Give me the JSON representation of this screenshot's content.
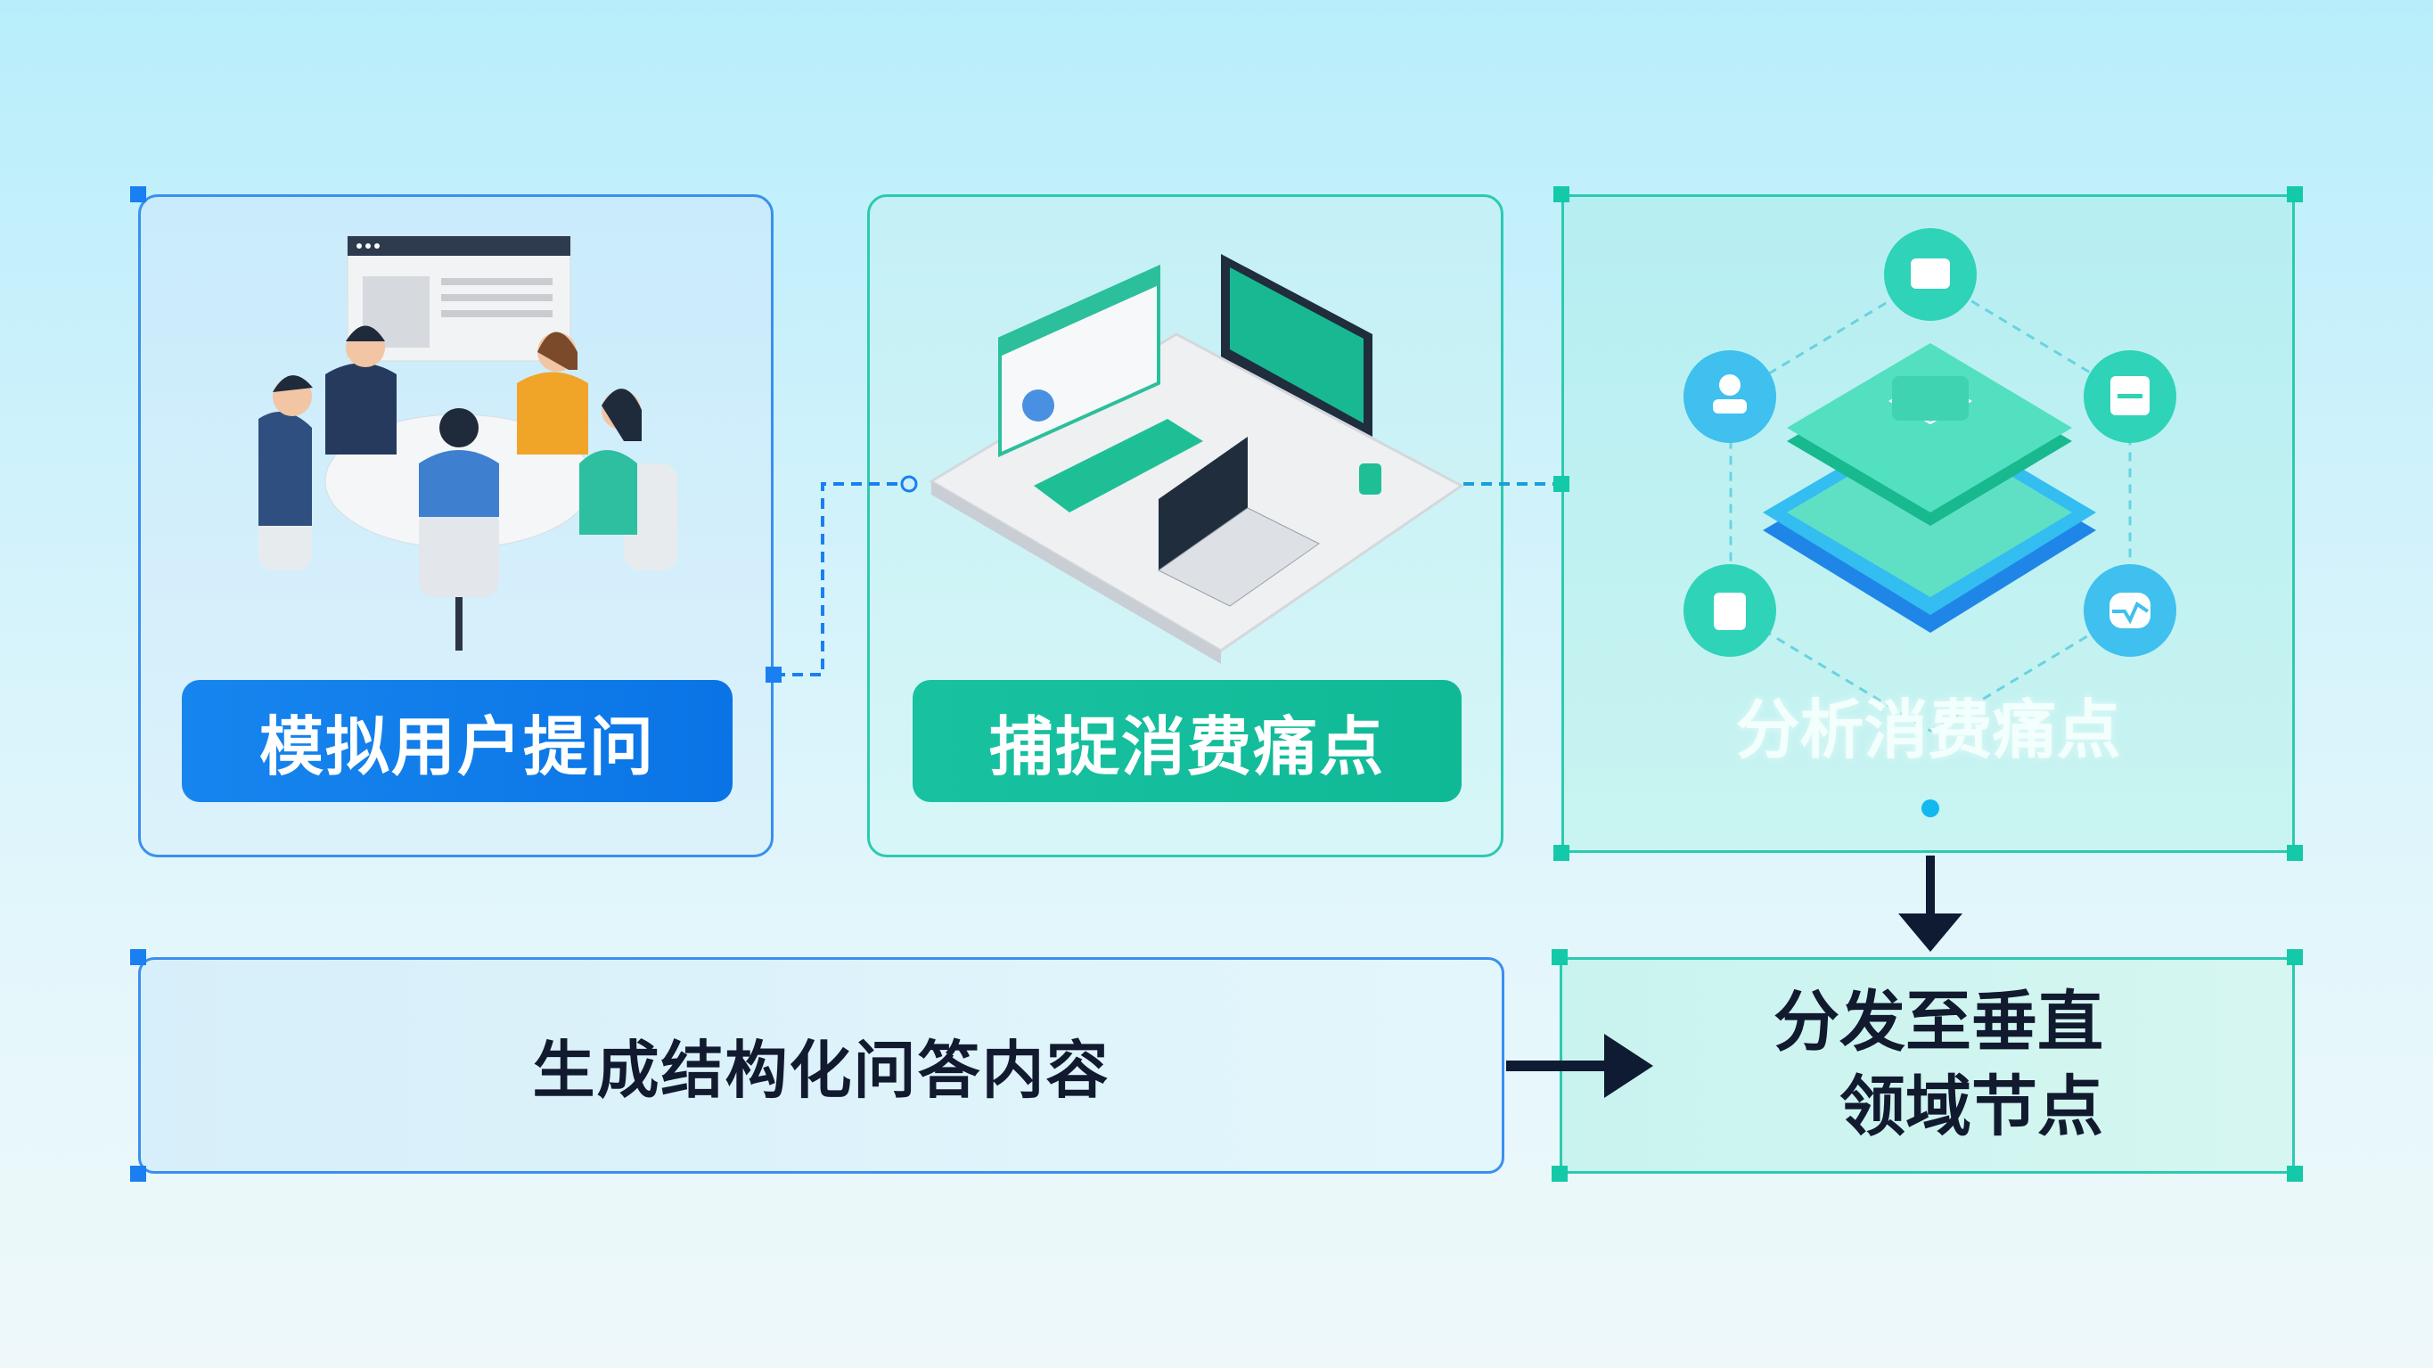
{
  "steps": {
    "simulate": "模拟用户提问",
    "capture": "捕捉消费痛点",
    "analyze": "分析消费痛点",
    "generate": "生成结构化问答内容",
    "distribute_line1": "分发至垂直",
    "distribute_line2": "领域节点"
  },
  "colors": {
    "blue": "#1a7ff0",
    "green": "#14c9a8",
    "dark": "#111a2e"
  }
}
